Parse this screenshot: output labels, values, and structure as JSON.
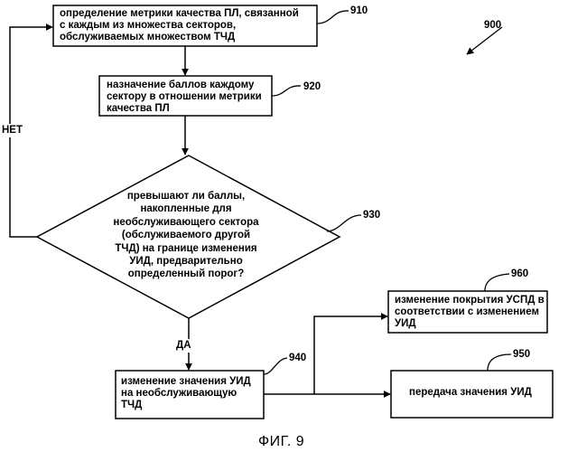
{
  "figure_number": "900",
  "figure_caption": "ФИГ. 9",
  "steps": {
    "s910": {
      "ref": "910",
      "text": "определение метрики качества ПЛ, связанной\nс каждым из множества секторов,\nобслуживаемых множеством ТЧД"
    },
    "s920": {
      "ref": "920",
      "text": "назначение баллов каждому\nсектору в отношении метрики\nкачества ПЛ"
    },
    "s930": {
      "ref": "930",
      "text": "превышают ли баллы,\nнакопленные для\nнеобслуживающего сектора\n(обслуживаемого другой\nТЧД) на границе изменения\nУИД, предварительно\nопределенный порог?"
    },
    "s940": {
      "ref": "940",
      "text": "изменение значения УИД\nна необслуживающую\nТЧД"
    },
    "s950": {
      "ref": "950",
      "text": "передача значения УИД"
    },
    "s960": {
      "ref": "960",
      "text": "изменение покрытия УСПД в\nсоответствии с изменением\nУИД"
    }
  },
  "branches": {
    "no": "НЕТ",
    "yes": "ДА"
  }
}
